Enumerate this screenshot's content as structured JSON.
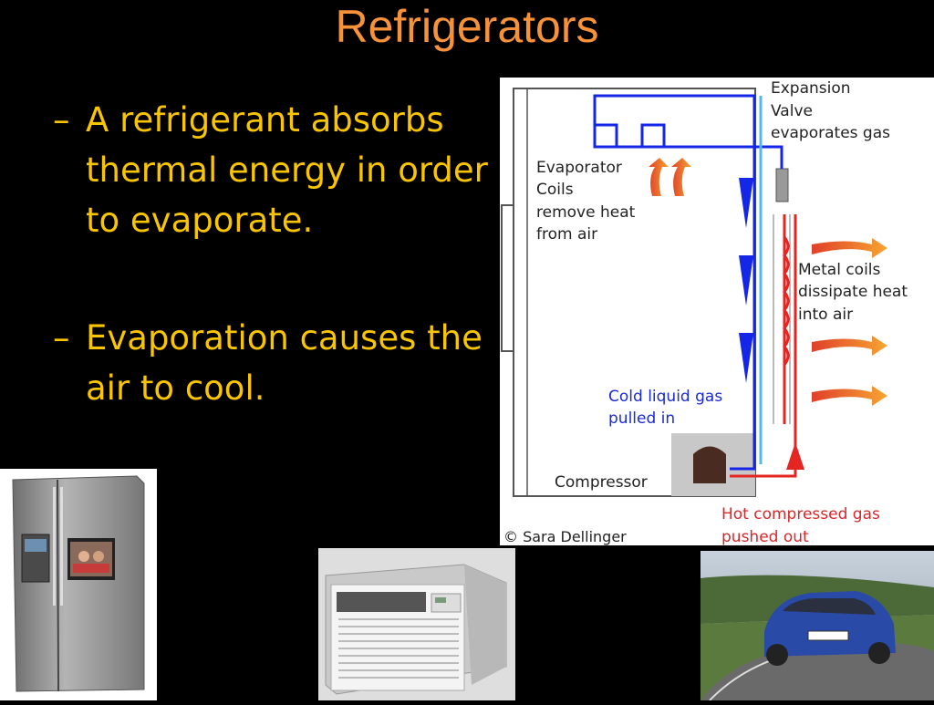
{
  "slide": {
    "title": "Refrigerators",
    "bullets": [
      {
        "marker": "–",
        "text": "A refrigerant absorbs thermal energy in order to evaporate."
      },
      {
        "marker": "–",
        "text": "Evaporation causes the air to cool."
      }
    ]
  },
  "diagram": {
    "labels": {
      "expansion_1": "Expansion",
      "expansion_2": "Valve",
      "expansion_3": "evaporates gas",
      "evap_1": "Evaporator",
      "evap_2": "Coils",
      "evap_3": "remove heat",
      "evap_4": "from air",
      "metal_1": "Metal coils",
      "metal_2": "dissipate heat",
      "metal_3": "into air",
      "cold_1": "Cold liquid gas",
      "cold_2": "pulled in",
      "compressor": "Compressor",
      "hot_1": "Hot compressed gas",
      "hot_2": "pushed out",
      "credit": "© Sara Dellinger"
    },
    "colors": {
      "cold_line": "#1426e6",
      "hot_line": "#e52522",
      "hot_text": "#d8272b",
      "cold_text": "#1a2ad6",
      "light_blue": "#52b9ea",
      "orange_arrow": "#f3642a"
    }
  },
  "photos": [
    {
      "name": "refrigerator-photo"
    },
    {
      "name": "air-conditioner-photo"
    },
    {
      "name": "car-photo"
    }
  ]
}
